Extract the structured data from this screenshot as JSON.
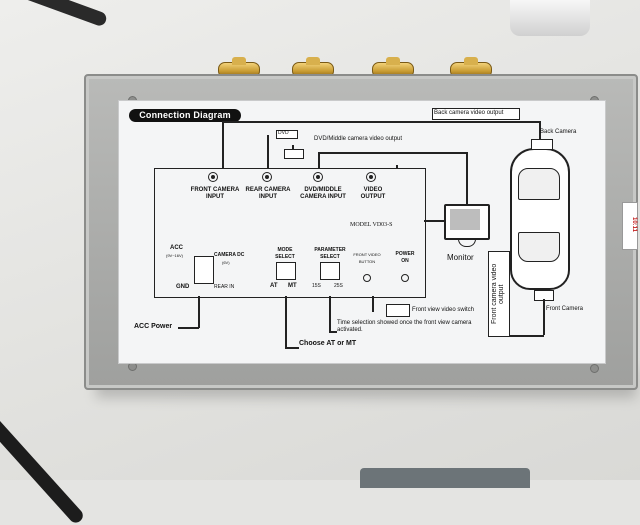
{
  "diagram": {
    "title": "Connection Diagram",
    "top_label": "Back camera video output",
    "dvd_label": "DVD/Middle camera video output",
    "dvd_box_label": "DVD",
    "inputs": [
      {
        "label": "FRONT CAMERA INPUT"
      },
      {
        "label": "REAR CAMERA INPUT"
      },
      {
        "label": "DVD/MIDDLE CAMERA INPUT"
      },
      {
        "label": "VIDEO OUTPUT"
      }
    ],
    "model": "MODEL VD03-S",
    "acc": {
      "label": "ACC",
      "voltage": "(9V~16V)"
    },
    "camera_dc": {
      "label": "CAMERA DC",
      "voltage": "(6V)"
    },
    "gnd": "GND",
    "rear_in": "REAR IN",
    "mode_select": {
      "label": "MODE SELECT",
      "options": [
        "AT",
        "MT"
      ]
    },
    "parameter_select": {
      "label": "PARAMETER SELECT",
      "options": [
        "15S",
        "25S"
      ]
    },
    "front_video_button": "FRONT VIDEO BUTTON",
    "power_on": "POWER ON",
    "monitor": "Monitor",
    "back_camera": "Back Camera",
    "front_camera": "Front Camera",
    "front_camera_output": "Front camera video output",
    "acc_power": "ACC Power",
    "front_view_switch": "Front view video switch",
    "time_selection": "Time selection showed once the front view camera activated.",
    "choose_at_mt": "Choose AT or MT",
    "side_label": "10:11"
  }
}
